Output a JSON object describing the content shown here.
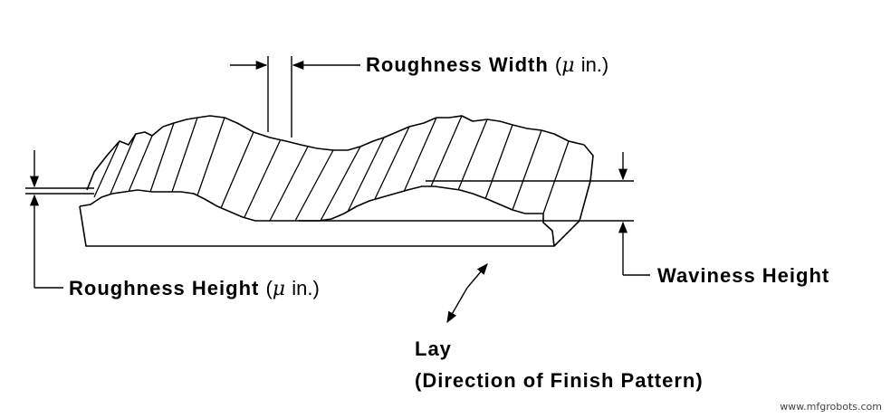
{
  "labels": {
    "roughness_width": "Roughness Width",
    "roughness_width_unit_open": "(",
    "mu": "μ",
    "roughness_width_unit_close": "in.)",
    "roughness_height": "Roughness Height",
    "roughness_height_unit_open": "(",
    "roughness_height_unit_close": "in.)",
    "waviness_height": "Waviness Height",
    "lay": "Lay",
    "lay_desc": "(Direction of Finish Pattern)"
  },
  "watermark": "www.mfgrobots.com",
  "colors": {
    "stroke": "#000000",
    "background": "#ffffff"
  }
}
